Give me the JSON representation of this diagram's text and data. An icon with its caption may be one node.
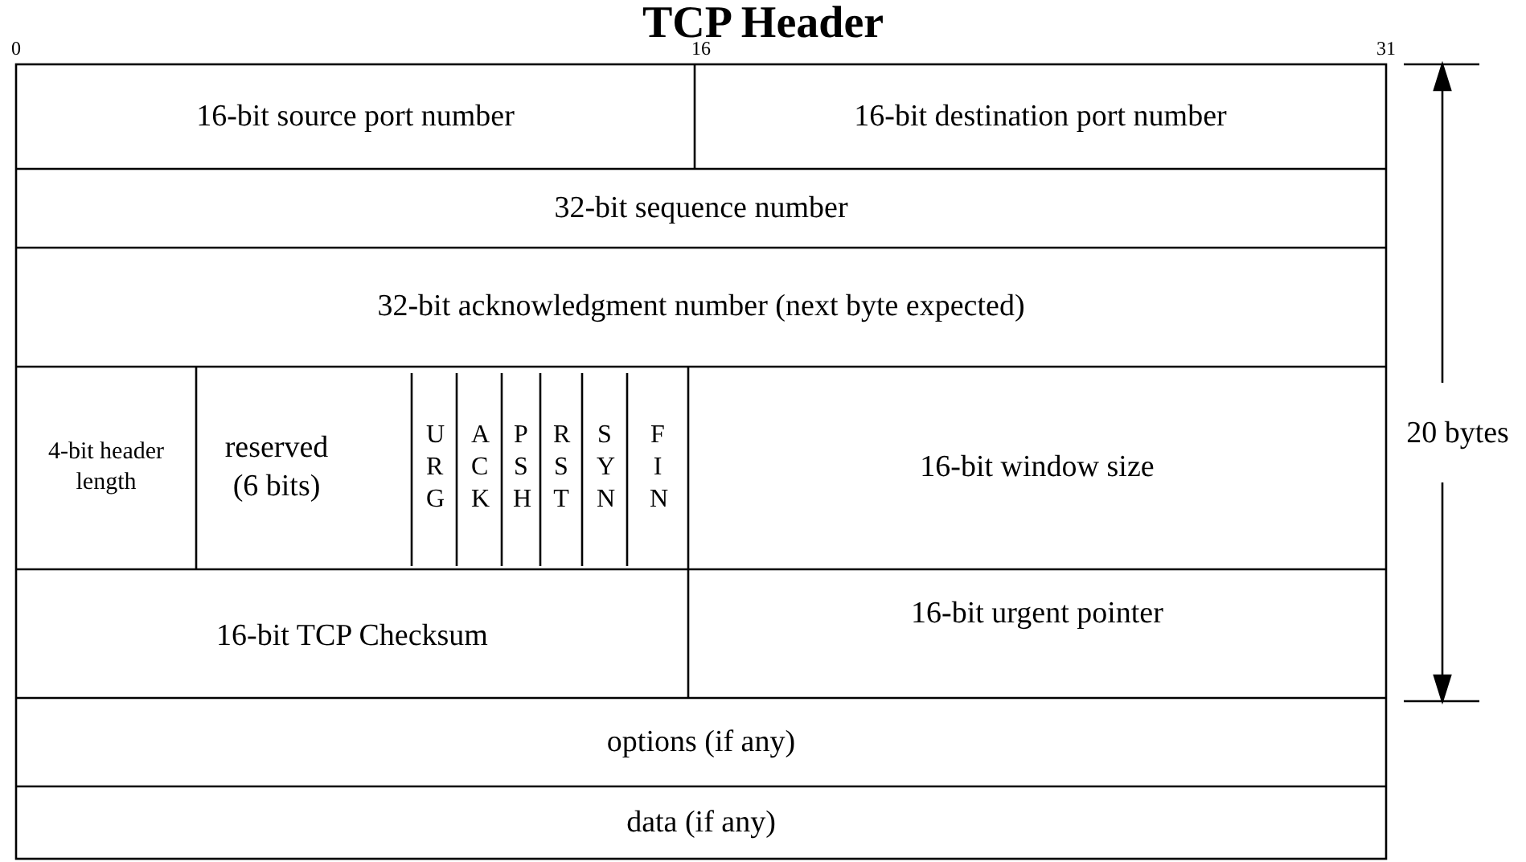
{
  "diagram": {
    "title": "TCP Header",
    "labels": [
      "0",
      "16",
      "31",
      "16-bit source port number",
      "16-bit destination port number",
      "32-bit sequence number",
      "32-bit acknowledgment number (next byte expected)",
      "4-bit header length",
      "reserved (6 bits)",
      "U R G",
      "A C K",
      "P S H",
      "R S T",
      "S Y N",
      "F I N",
      "16-bit window size",
      "16-bit TCP Checksum",
      "16-bit urgent pointer",
      "options (if any)",
      "data (if any)",
      "20 bytes"
    ]
  }
}
